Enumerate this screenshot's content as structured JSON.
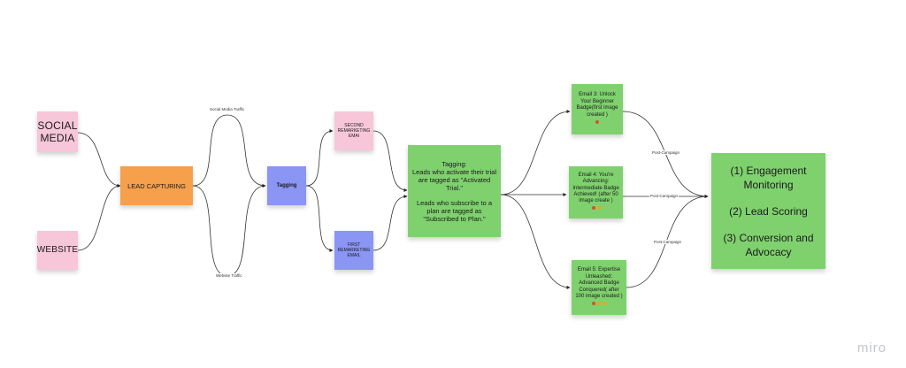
{
  "notes": {
    "social_media": "SOCIAL MEDIA",
    "website": "WEBSITE",
    "lead_capturing": "LEAD CAPTURING",
    "tagging": "Tagging",
    "second_remarketing": "SECOND REMARKETING EMAI",
    "first_remarketing": "FIRST REMARKETING EMAIL",
    "tagging_detail_title": "Tagging:",
    "tagging_detail_trial": "Leads who activate their trial are tagged as \"Activated Trial.\"",
    "tagging_detail_plan": "Leads who subscribe to a plan are tagged as \"Subscribed to Plan.\"",
    "email3": "Email 3: Unlock Your Beginner Badge(first image created )",
    "email4": "Email 4: You're Advancing: Intermediate Badge Achieved! (after 50 image create )",
    "email5": "Email 5: Expertise Unleashed: Advanced Badge Conquered( after 100 image created )",
    "final_1": "(1) Engagement Monitoring",
    "final_2": "(2) Lead Scoring",
    "final_3": "(3) Conversion and Advocacy"
  },
  "edge_labels": {
    "social_traffic": "Social Media Traffic",
    "website_traffic": "Website Traffic",
    "post_campaign_top": "Post-Campaign",
    "post_campaign_mid": "Post-Campaign",
    "post_campaign_bottom": "Post-Campaign"
  },
  "watermark": "miro",
  "colors": {
    "pink": "#f7c6d9",
    "orange": "#f6a04c",
    "blue": "#8a95f4",
    "green": "#7fd16e"
  }
}
